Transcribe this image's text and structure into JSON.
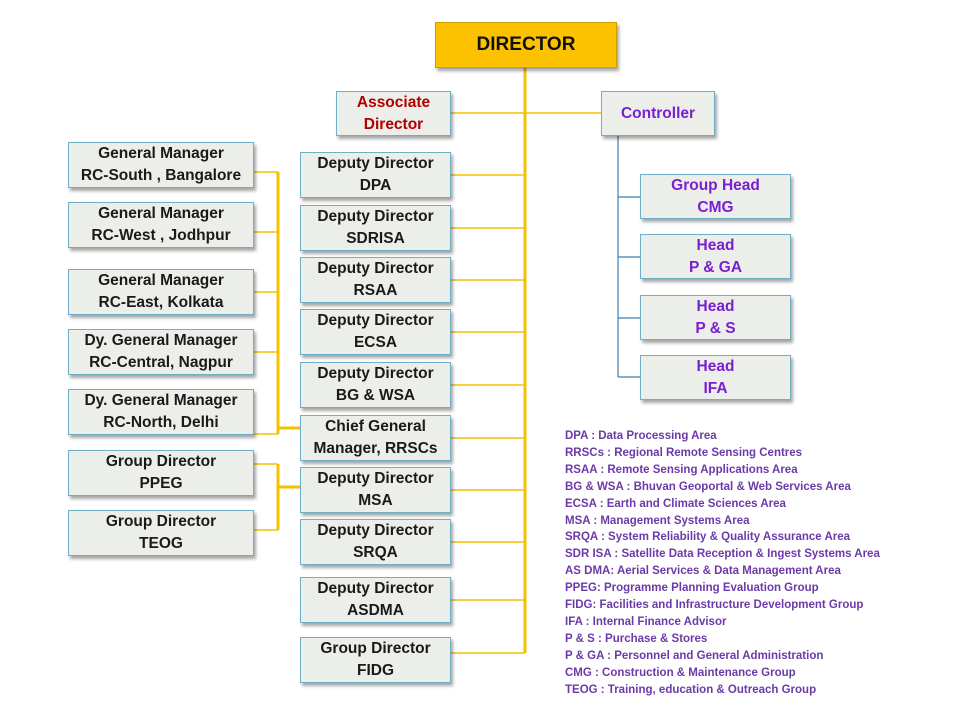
{
  "director": {
    "label": "DIRECTOR"
  },
  "associate_director": {
    "line1": "Associate",
    "line2": "Director"
  },
  "controller": {
    "label": "Controller"
  },
  "controller_units": [
    {
      "line1": "Group Head",
      "line2": "CMG"
    },
    {
      "line1": "Head",
      "line2": "P & GA"
    },
    {
      "line1": "Head",
      "line2": "P & S"
    },
    {
      "line1": "Head",
      "line2": "IFA"
    }
  ],
  "regional_centres": [
    {
      "line1": "General Manager",
      "line2": "RC-South , Bangalore"
    },
    {
      "line1": "General Manager",
      "line2": "RC-West , Jodhpur"
    },
    {
      "line1": "General Manager",
      "line2": "RC-East, Kolkata"
    },
    {
      "line1": "Dy. General Manager",
      "line2": "RC-Central, Nagpur"
    },
    {
      "line1": "Dy. General Manager",
      "line2": "RC-North, Delhi"
    }
  ],
  "group_directors_left": [
    {
      "line1": "Group Director",
      "line2": "PPEG"
    },
    {
      "line1": "Group Director",
      "line2": "TEOG"
    }
  ],
  "center_units": [
    {
      "line1": "Deputy Director",
      "line2": "DPA"
    },
    {
      "line1": "Deputy Director",
      "line2": "SDRISA"
    },
    {
      "line1": "Deputy Director",
      "line2": "RSAA"
    },
    {
      "line1": "Deputy Director",
      "line2": "ECSA"
    },
    {
      "line1": "Deputy Director",
      "line2": "BG & WSA"
    },
    {
      "line1": "Chief  General",
      "line2": "Manager, RRSCs"
    },
    {
      "line1": "Deputy Director",
      "line2": "MSA"
    },
    {
      "line1": "Deputy Director",
      "line2": "SRQA"
    },
    {
      "line1": "Deputy Director",
      "line2": "ASDMA"
    },
    {
      "line1": "Group Director",
      "line2": "FIDG"
    }
  ],
  "legend": [
    "DPA : Data Processing Area",
    "RRSCs :  Regional Remote Sensing Centres",
    "RSAA : Remote Sensing Applications Area",
    "BG & WSA  :  Bhuvan Geoportal & Web Services Area",
    "ECSA  :  Earth and Climate Sciences Area",
    "MSA :  Management Systems  Area",
    "SRQA  : System Reliability  & Quality Assurance Area",
    "SDR ISA : Satellite Data Reception  &  Ingest Systems Area",
    "AS DMA: Aerial Services &  Data Management  Area",
    "PPEG: Programme Planning Evaluation Group",
    "FIDG: Facilities  and Infrastructure Development Group",
    "IFA      :  Internal Finance Advisor",
    "P & S  : Purchase & Stores",
    "P & GA : Personnel and General Administration",
    "CMG     : Construction & Maintenance Group",
    "TEOG  :  Training, education & Outreach Group"
  ],
  "colors": {
    "director_fill": "#fcc200",
    "connector": "#f2c200",
    "controller_connector": "#3f7fb0",
    "box_fill": "#eceeea",
    "box_border": "#6fb0c8",
    "associate_text": "#b00000",
    "controller_text": "#7a1fd0",
    "legend_text": "#6c3aa8"
  }
}
